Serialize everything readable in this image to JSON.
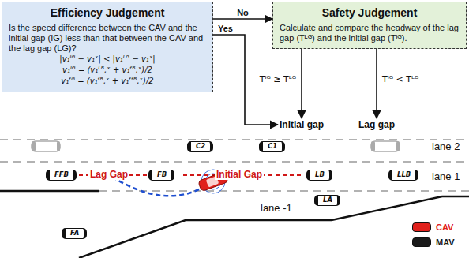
{
  "diagram": {
    "nodes": [
      {
        "text": [
          "Efficiency Judgement",
          "Is the speed difference between the CAV and the initial gap (IG) less than that between the CAV and the lag gap (LG)?",
          "|v₁ᴵᴳ − v₁ˣ| < |v₁ᴸᴳ − v₁ˣ|",
          "v₁ᴵᴳ = (v₁ᴸᴮ,ˣ + v₁ᶠᴮ,ˣ)/2",
          "v₁ᶠᴳ = (v₁ᶠᴮ,ˣ + v₁ᶠᶠᴮ,ˣ)/2"
        ]
      },
      {
        "text": [
          "Safety Judgement",
          "Calculate and compare the headway of the lag gap (Tᴸᴳ) and the initial gap (Tᴵᴳ)."
        ]
      },
      {
        "text": [
          "Initial gap"
        ]
      },
      {
        "text": [
          "Lag gap"
        ]
      },
      {
        "text": [
          "C2"
        ]
      },
      {
        "text": [
          "C1"
        ]
      },
      {
        "text": [
          "FFB"
        ]
      },
      {
        "text": [
          "FB"
        ]
      },
      {
        "text": [
          "LB"
        ]
      },
      {
        "text": [
          "LLB"
        ]
      },
      {
        "text": [
          "LA"
        ]
      },
      {
        "text": [
          "FA"
        ]
      }
    ],
    "edges": [
      {
        "from": 0,
        "to": 1,
        "arrow": "to",
        "label": "No"
      },
      {
        "from": 0,
        "to": 2,
        "arrow": "to",
        "label": "Yes"
      },
      {
        "from": 1,
        "to": 2,
        "arrow": "to",
        "label": "Tᴵᴳ ≥ Tᴸᴳ"
      },
      {
        "from": 1,
        "to": 3,
        "arrow": "to",
        "label": "Tᴵᴳ < Tᴸᴳ"
      }
    ],
    "labels": [
      "Lag Gap",
      "Initial Gap",
      "lane 2",
      "lane 1",
      "lane -1"
    ],
    "legend": [
      {
        "text": "CAV",
        "color": "#e0201b"
      },
      {
        "text": "MAV",
        "color": "#1a1a1a"
      }
    ]
  }
}
